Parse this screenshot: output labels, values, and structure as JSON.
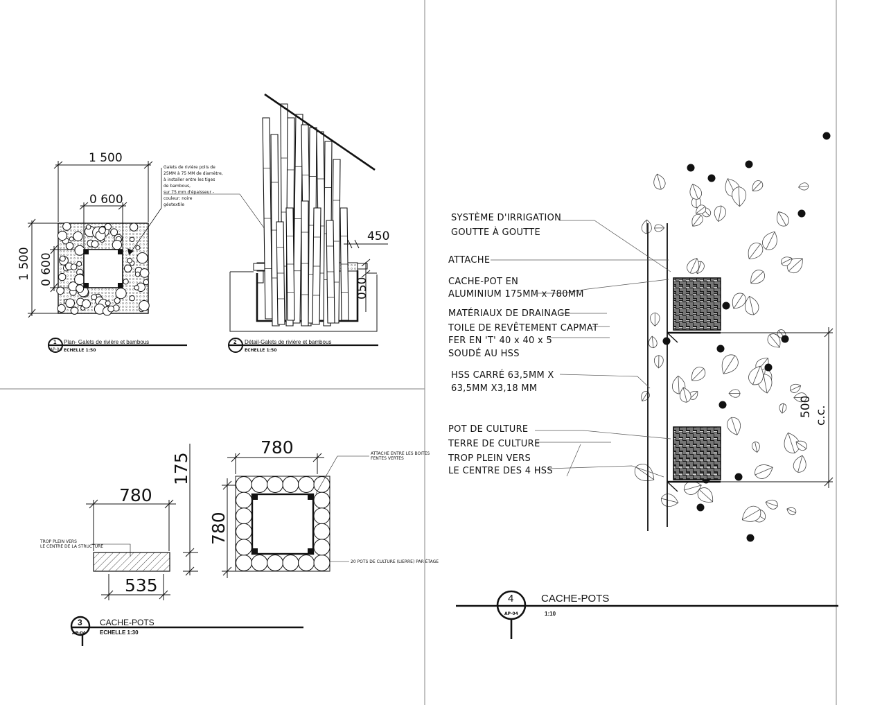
{
  "detail1": {
    "dims": {
      "width": "1 500",
      "inner_width": "0 600",
      "height": "1 500",
      "inner_height": "0 600"
    },
    "note": [
      "Galets de rivière polis de",
      "25MM à 75 MM de diamètre,",
      "à installer entre les tiges",
      "de bambous,",
      "sur 75 mm d'épaisseur -",
      "couleur: noire",
      "géotextile"
    ],
    "number": "1",
    "sheet": "AP-04",
    "title": "Plan- Galets de rivière et bambous",
    "scale": "ECHELLE 1:50"
  },
  "detail2": {
    "dims": {
      "width": "450",
      "height": "050"
    },
    "number": "2",
    "title": "Détail-Galets de rivière et bambous",
    "scale": "ECHELLE 1:50"
  },
  "detail3": {
    "dims": {
      "top_width": "780",
      "elev_width": "780",
      "elev_height": "175",
      "plan_height": "780",
      "bottom": "535"
    },
    "note_elev": [
      "TROP PLEIN VERS",
      "LE CENTRE DE LA STRUCTURE"
    ],
    "note_attache": [
      "ATTACHE ENTRE LES BOITES",
      "FENTES VERTES"
    ],
    "note_pots": "20 POTS DE CULTURE (LIERRE) PAR ÉTAGE",
    "number": "3",
    "sheet": "AP-04",
    "title": "CACHE-POTS",
    "scale": "ECHELLE 1:30"
  },
  "detail4": {
    "labels": [
      "SYSTÈME D'IRRIGATION",
      "GOUTTE À GOUTTE",
      "ATTACHE",
      "CACHE-POT EN",
      "ALUMINIUM 175MM x 780MM",
      "MATÉRIAUX DE DRAINAGE",
      "TOILE DE REVÊTEMENT CAPMAT",
      "FER EN 'T' 40 x 40 x 5",
      "SOUDÉ AU HSS",
      "HSS CARRÉ 63,5MM X",
      "63,5MM X3,18 MM",
      "POT DE CULTURE",
      "TERRE DE CULTURE",
      "TROP PLEIN VERS",
      "LE CENTRE DES 4 HSS"
    ],
    "dims": {
      "spacing": "500",
      "cc": "c.c."
    },
    "number": "4",
    "sheet": "AP-04",
    "title": "CACHE-POTS",
    "scale": "1:10"
  }
}
